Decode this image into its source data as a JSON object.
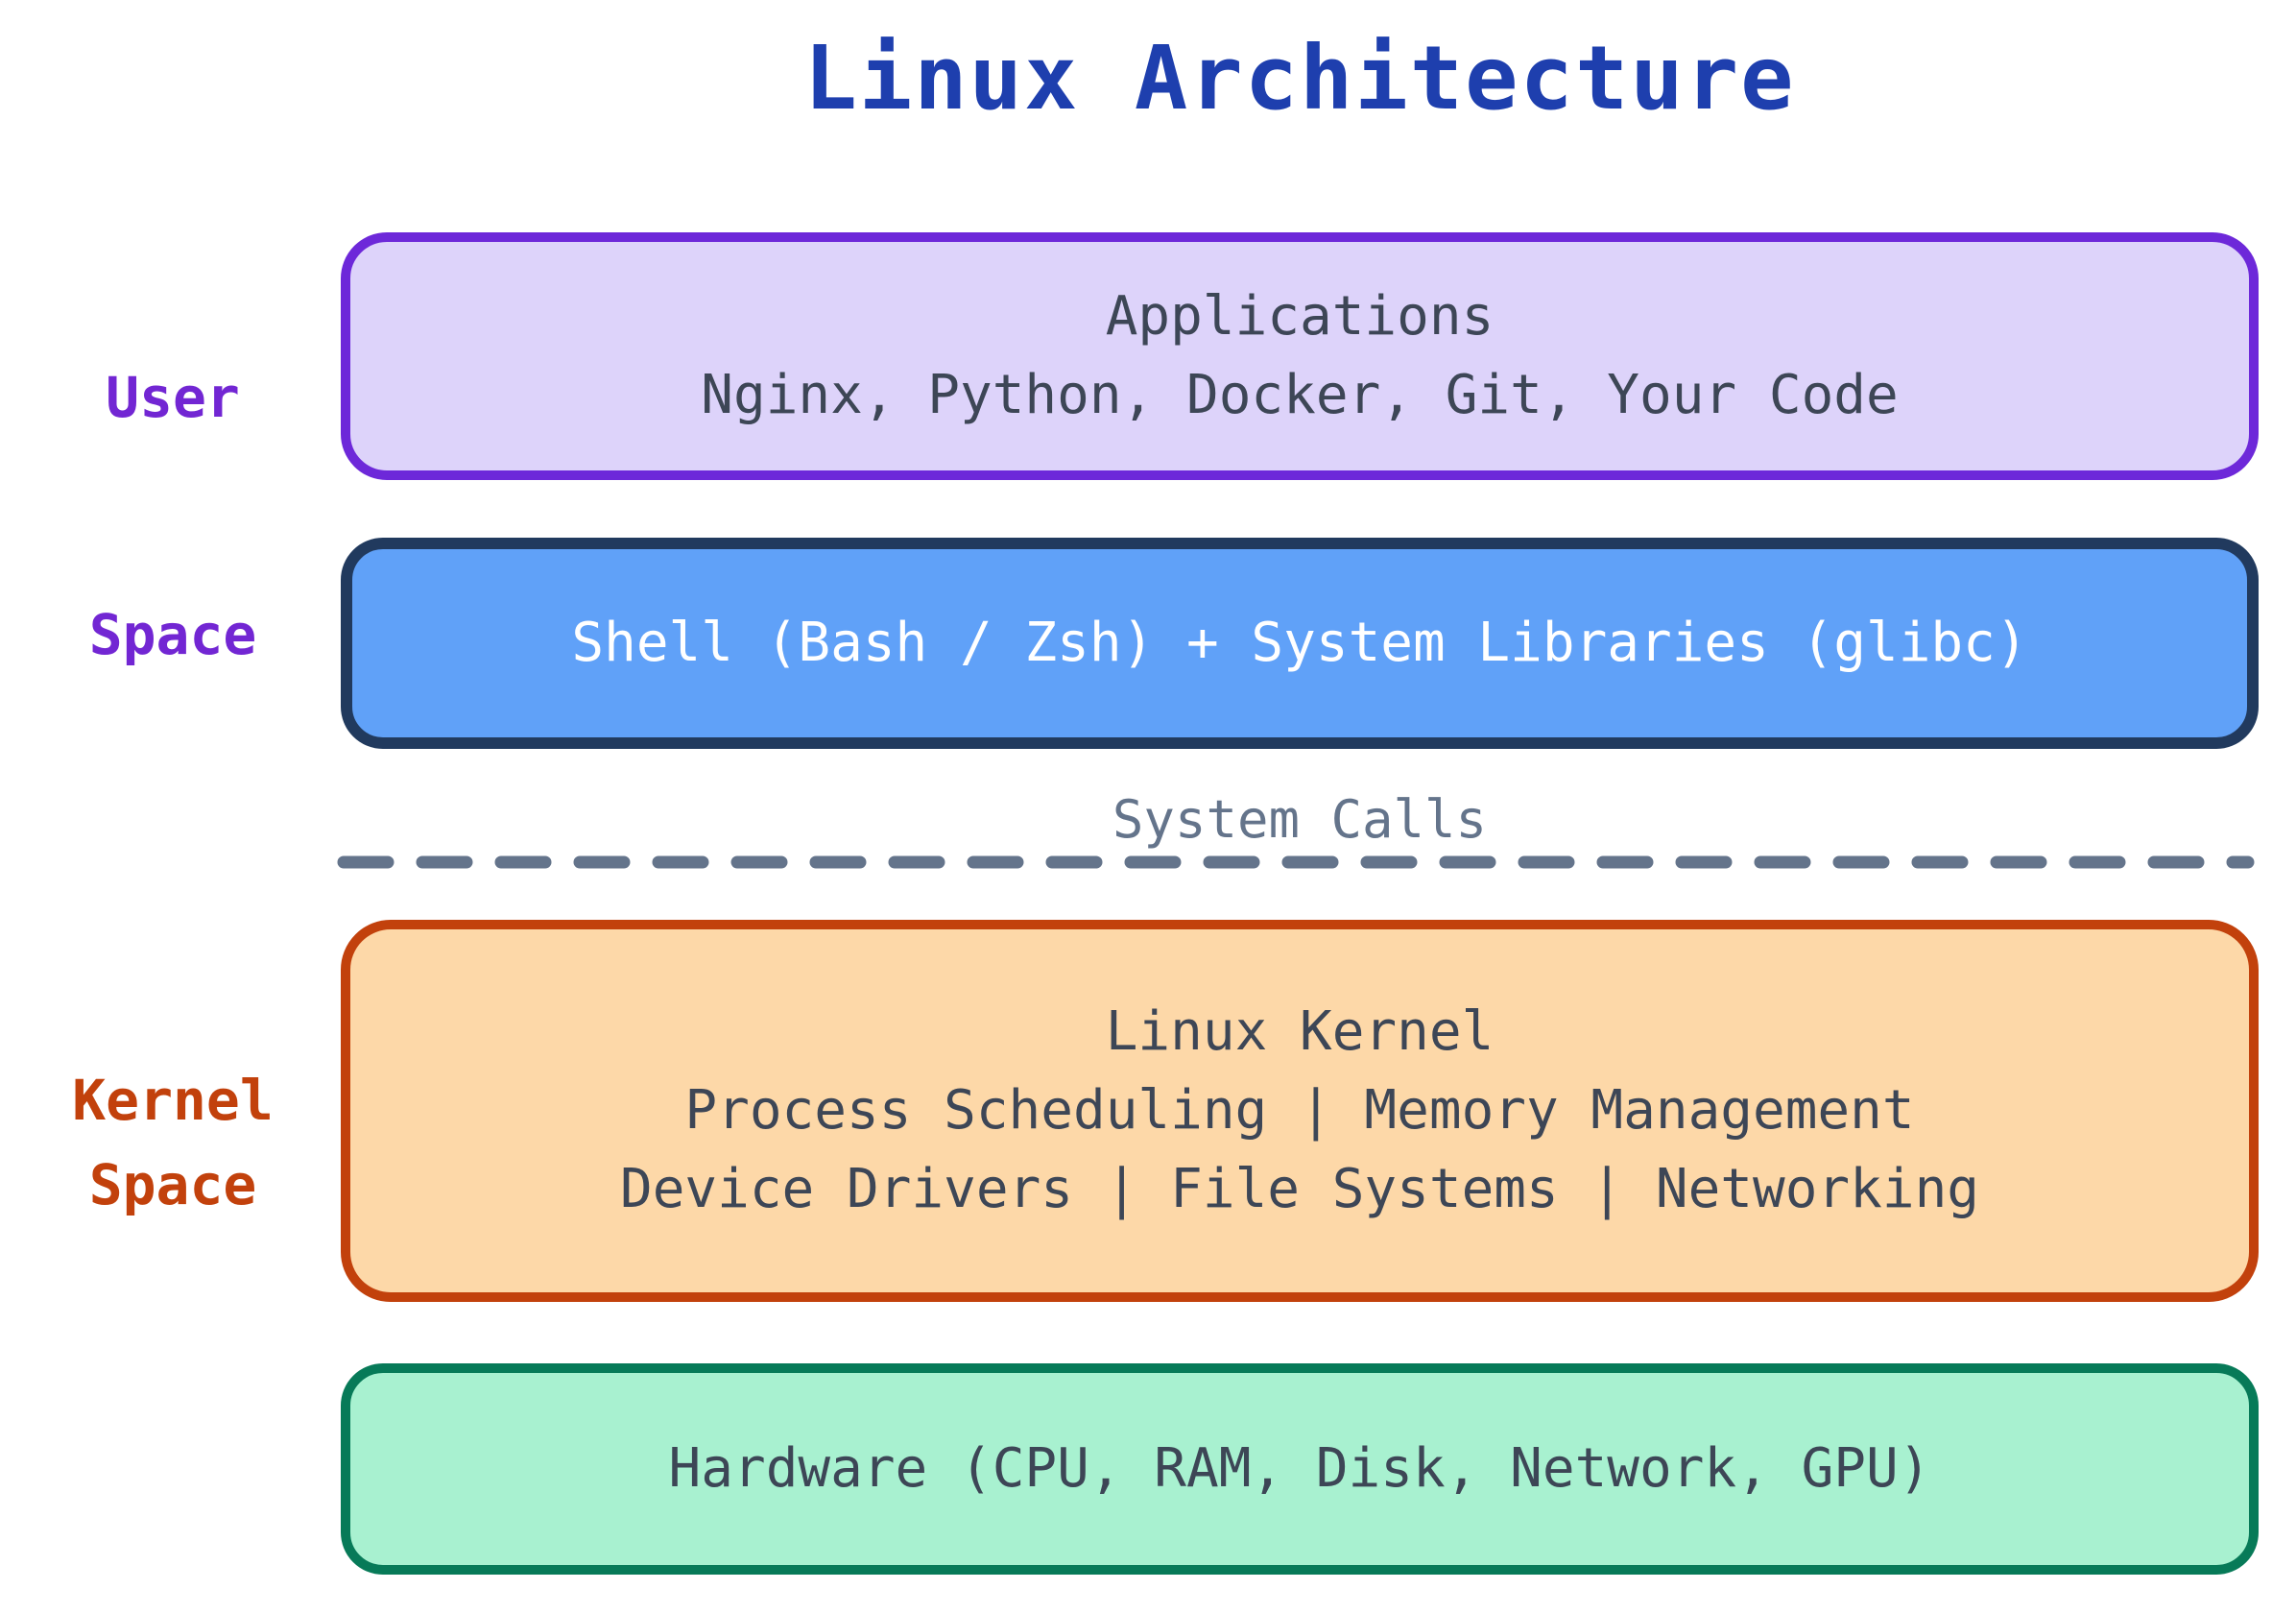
{
  "title": {
    "text": "Linux Architecture",
    "color": "#1e3fae"
  },
  "side_labels": {
    "user_space": {
      "lines": [
        "User",
        "Space"
      ],
      "color": "#7226d3"
    },
    "kernel_space": {
      "lines": [
        "Kernel",
        "Space"
      ],
      "color": "#c2410c"
    }
  },
  "layers": {
    "applications": {
      "title": "Applications",
      "subtitle": "Nginx, Python, Docker, Git, Your Code",
      "fill": "#ddd3fa",
      "border": "#6d28d9",
      "text_color": "#3d4656"
    },
    "shell": {
      "title": "Shell (Bash / Zsh) + System Libraries (glibc)",
      "fill": "#60a1f8",
      "border": "#213a5e",
      "text_color": "#ffffff"
    },
    "kernel": {
      "title": "Linux Kernel",
      "line2": "Process Scheduling | Memory Management",
      "line3": "Device Drivers | File Systems | Networking",
      "fill": "#fdd8a8",
      "border": "#c2410c",
      "text_color": "#3d4656"
    },
    "hardware": {
      "title": "Hardware (CPU, RAM, Disk, Network, GPU)",
      "fill": "#a8f1d0",
      "border": "#077a58",
      "text_color": "#3d4656"
    }
  },
  "divider": {
    "label": "System Calls",
    "color": "#64748b",
    "style": "dashed"
  }
}
